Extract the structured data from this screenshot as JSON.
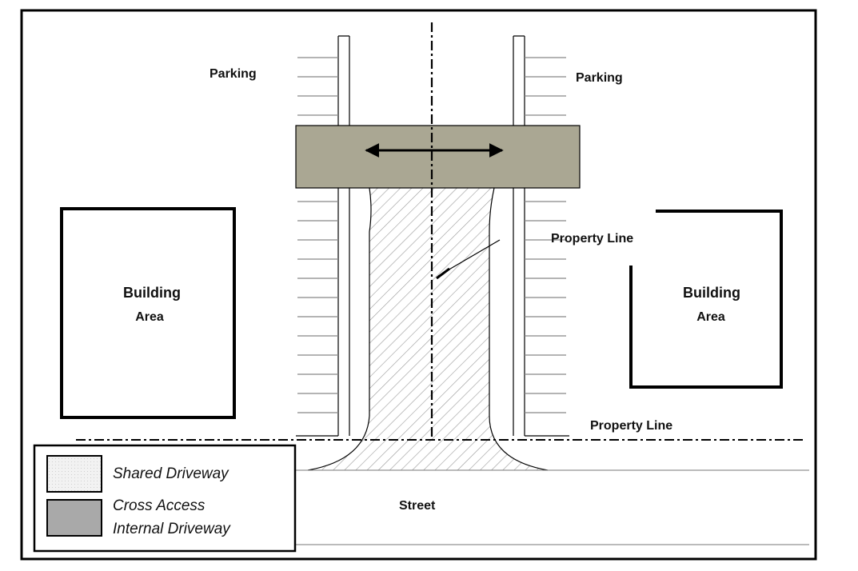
{
  "labels": {
    "parking_left": "Parking",
    "parking_right": "Parking",
    "building_left_line1": "Building",
    "building_left_line2": "Area",
    "building_right_line1": "Building",
    "building_right_line2": "Area",
    "property_line_vertical": "Property Line",
    "property_line_horizontal": "Property Line",
    "street": "Street"
  },
  "legend": {
    "shared_driveway": "Shared Driveway",
    "cross_access_line1": "Cross Access",
    "cross_access_line2": "Internal Driveway"
  },
  "colors": {
    "cross_access_fill": "#aaa793",
    "legend_cross_access_fill": "#a9a9a9",
    "hatch_line": "#9a9a9a",
    "ink": "#000000"
  }
}
